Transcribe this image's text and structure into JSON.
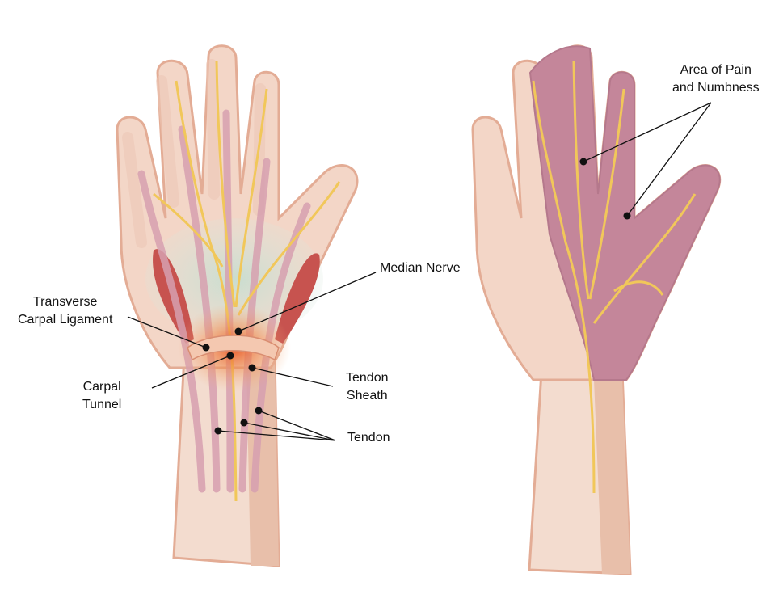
{
  "labels": {
    "transverse_carpal_ligament": [
      "Transverse",
      "Carpal Ligament"
    ],
    "median_nerve": "Median Nerve",
    "carpal_tunnel": [
      "Carpal",
      "Tunnel"
    ],
    "tendon_sheath": [
      "Tendon",
      "Sheath"
    ],
    "tendon": "Tendon",
    "area_of_pain": [
      "Area of Pain",
      "and Numbness"
    ]
  },
  "colors": {
    "skin": "#f3d6c7",
    "skin_outline": "#e3ac95",
    "skin_shadow": "#e8bfaa",
    "affected_area": "#c4869a",
    "nerve": "#f1c75a",
    "tendon": "#d7a0b0",
    "inflammation": "#e9642b",
    "muscle": "#c7534f",
    "tunnel_glow": "#cfe0d6"
  }
}
